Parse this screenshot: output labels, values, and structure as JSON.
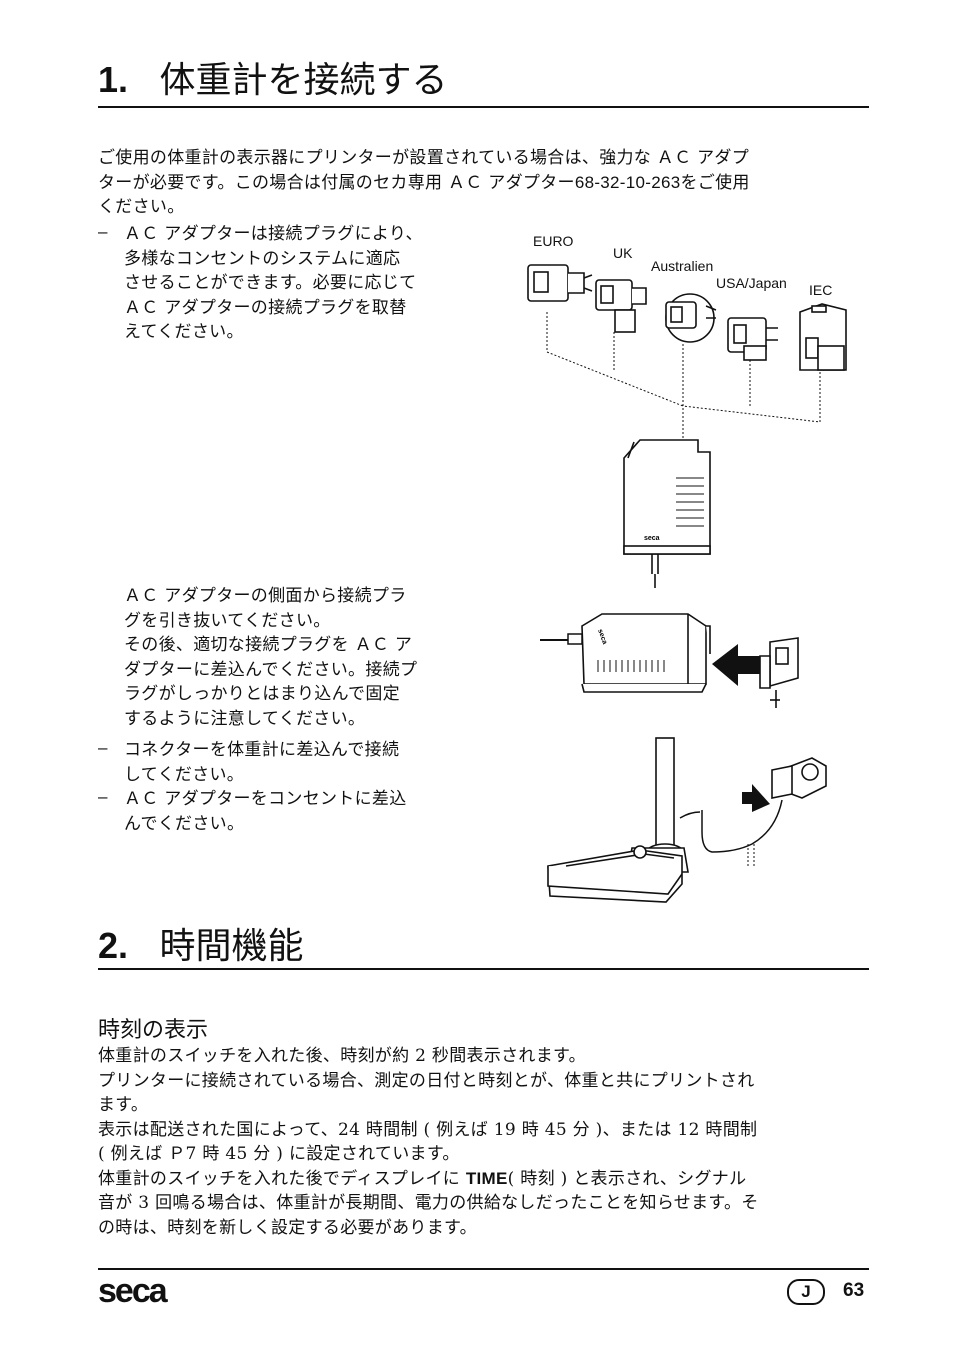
{
  "section1": {
    "number": "1.",
    "title": "体重計を接続する",
    "intro": [
      {
        "text": "ご使用の体重計の表示器にプリンターが設置されている場合は、強力な ＡＣ アダプ"
      },
      {
        "text": "ターが必要です。この場合は付属のセカ専用 ＡＣ アダプター",
        "code": "68-32-10-263",
        "tail": "をご使用"
      },
      {
        "text": "ください。"
      }
    ],
    "bullet1": [
      "ＡＣ アダプターは接続プラグにより、",
      "多様なコンセントのシステムに適応",
      "させることができます。必要に応じて",
      "ＡＣ アダプターの接続プラグを取替",
      "えてください。"
    ],
    "para2": [
      "ＡＣ アダプターの側面から接続プラ",
      "グを引き抜いてください。",
      "その後、適切な接続プラグを ＡＣ ア",
      "ダプターに差込んでください。接続プ",
      "ラグがしっかりとはまり込んで固定",
      "するように注意してください。"
    ],
    "bullet2": [
      "コネクターを体重計に差込んで接続",
      "してください。"
    ],
    "bullet3": [
      "ＡＣ アダプターをコンセントに差込",
      "んでください。"
    ],
    "bullet_symbol": "–",
    "plug_labels": [
      "EURO",
      "UK",
      "Australien",
      "USA/Japan",
      "IEC"
    ],
    "adapter_brand": "seca"
  },
  "section2": {
    "number": "2.",
    "title": "時間機能",
    "subtitle": "時刻の表示",
    "lines": [
      {
        "text": "体重計のスイッチを入れた後、時刻が約 2 秒間表示されます。"
      },
      {
        "text": "プリンターに接続されている場合、測定の日付と時刻とが、体重と共にプリントされ"
      },
      {
        "text": "ます。"
      },
      {
        "text": "表示は配送された国によって、24 時間制 ( 例えば 19 時 45 分 )、または 12 時間制"
      },
      {
        "text": "( 例えば Ｐ7 時 45 分 ) に設定されています。"
      },
      {
        "text": "体重計のスイッチを入れた後でディスプレイに ",
        "code": "TIME",
        "tail": "( 時刻 ) と表示され、シグナル"
      },
      {
        "text": "音が 3 回鳴る場合は、体重計が長期間、電力の供給なしだったことを知らせます。そ"
      },
      {
        "text": "の時は、時刻を新しく設定する必要があります。"
      }
    ]
  },
  "footer": {
    "logo": "seca",
    "lang": "J",
    "page": "63"
  }
}
